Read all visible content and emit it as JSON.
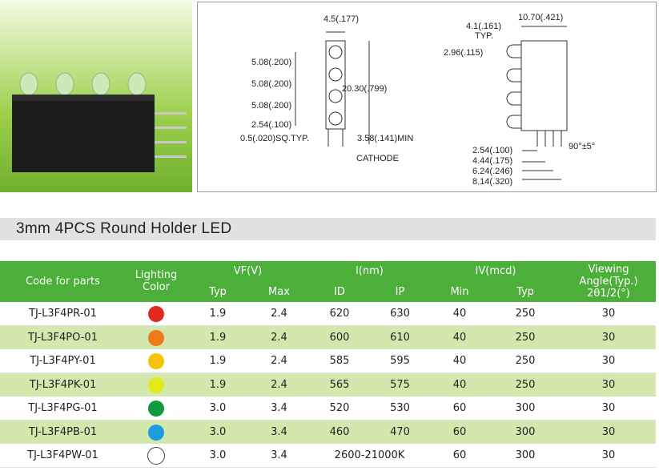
{
  "drawing": {
    "front": {
      "width": "4.5(.177)",
      "pitch1": "5.08(.200)",
      "pitch2": "5.08(.200)",
      "pitch3": "5.08(.200)",
      "bottom": "2.54(.100)",
      "height": "20.30(.799)",
      "lead": "0.5(.020)SQ.TYP.",
      "lead_len": "3.58(.141)MIN",
      "cathode": "CATHODE"
    },
    "side": {
      "protrusion": "4.1(.161)",
      "typ": "TYP.",
      "depth": "10.70(.421)",
      "dome": "2.96(.115)",
      "angle": "90°±5°",
      "d1": "2.54(.100)",
      "d2": "4.44(.175)",
      "d3": "6.24(.246)",
      "d4": "8.14(.320)"
    }
  },
  "title": "3mm 4PCS Round Holder LED",
  "table": {
    "headers": {
      "code": "Code for parts",
      "lighting": "Lighting",
      "color": "Color",
      "vf": "VF(V)",
      "vf_typ": "Typ",
      "vf_max": "Max",
      "lnm": "l(nm)",
      "id": "ID",
      "ip": "IP",
      "iv": "IV(mcd)",
      "iv_min": "Min",
      "iv_typ": "Typ",
      "view1": "Viewing",
      "view2": "Angle(Typ.)",
      "view3": "2θ1/2(°)"
    },
    "rows": [
      {
        "code": "TJ-L3F4PR-01",
        "color": "#e02a1e",
        "vf_typ": "1.9",
        "vf_max": "2.4",
        "id": "620",
        "ip": "630",
        "iv_min": "40",
        "iv_typ": "250",
        "angle": "30"
      },
      {
        "code": "TJ-L3F4PO-01",
        "color": "#ef7a1a",
        "vf_typ": "1.9",
        "vf_max": "2.4",
        "id": "600",
        "ip": "610",
        "iv_min": "40",
        "iv_typ": "250",
        "angle": "30"
      },
      {
        "code": "TJ-L3F4PY-01",
        "color": "#f7c20e",
        "vf_typ": "1.9",
        "vf_max": "2.4",
        "id": "585",
        "ip": "595",
        "iv_min": "40",
        "iv_typ": "250",
        "angle": "30"
      },
      {
        "code": "TJ-L3F4PK-01",
        "color": "#e2ea1a",
        "vf_typ": "1.9",
        "vf_max": "2.4",
        "id": "565",
        "ip": "575",
        "iv_min": "40",
        "iv_typ": "250",
        "angle": "30"
      },
      {
        "code": "TJ-L3F4PG-01",
        "color": "#119a3e",
        "vf_typ": "3.0",
        "vf_max": "3.4",
        "id": "520",
        "ip": "530",
        "iv_min": "60",
        "iv_typ": "300",
        "angle": "30"
      },
      {
        "code": "TJ-L3F4PB-01",
        "color": "#1b9be0",
        "vf_typ": "3.0",
        "vf_max": "3.4",
        "id": "460",
        "ip": "470",
        "iv_min": "60",
        "iv_typ": "300",
        "angle": "30"
      },
      {
        "code": "TJ-L3F4PW-01",
        "color": "#ffffff",
        "vf_typ": "3.0",
        "vf_max": "3.4",
        "id_ip": "2600-21000K",
        "iv_min": "60",
        "iv_typ": "300",
        "angle": "30"
      }
    ]
  }
}
